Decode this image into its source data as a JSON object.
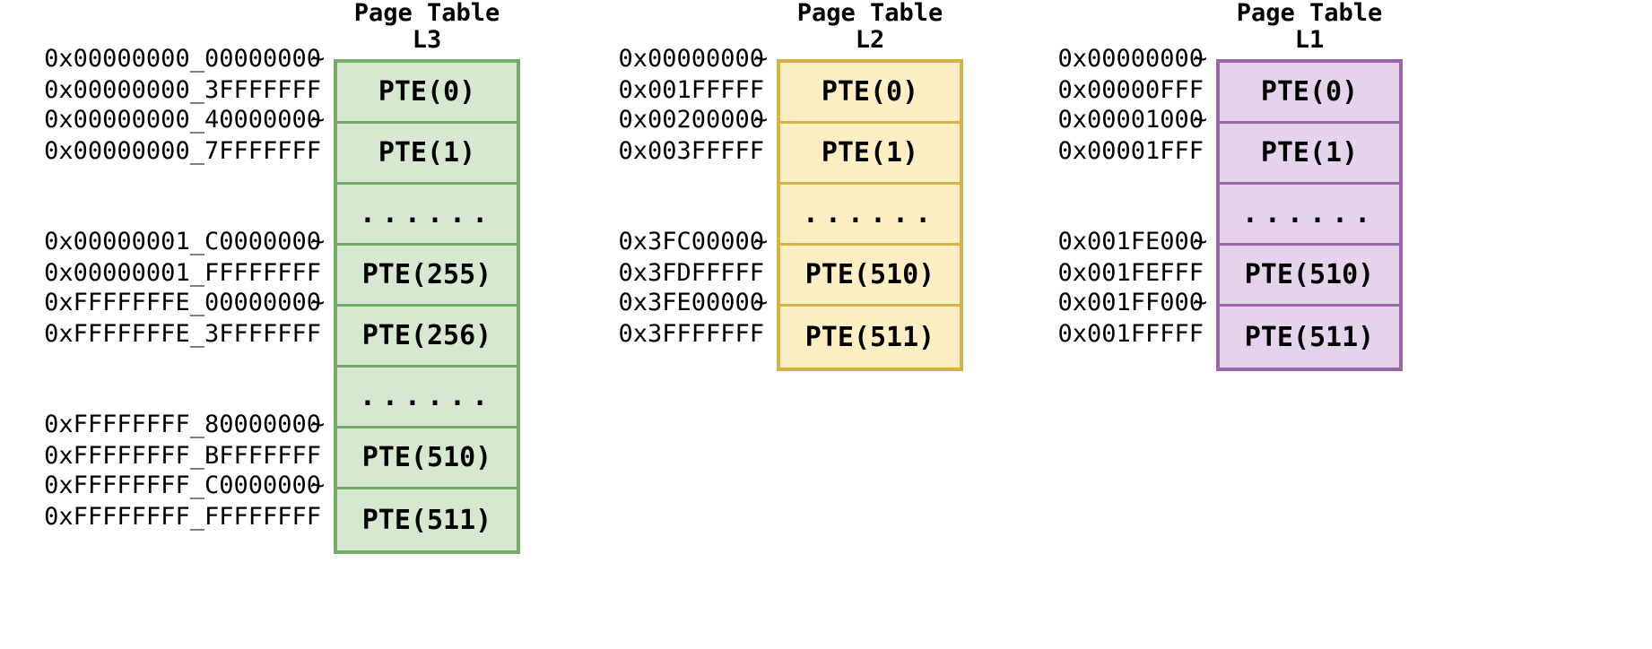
{
  "diagram": {
    "title_prefix": "Page Table",
    "colors": {
      "l3_fill": "#d6e9d0",
      "l3_border": "#74ab6a",
      "l2_fill": "#fdeec4",
      "l2_border": "#d7b249",
      "l1_fill": "#e4d3ea",
      "l1_border": "#9a66a8",
      "text": "#000000",
      "background": "#ffffff"
    },
    "range_separator": "~",
    "ellipsis": "......"
  },
  "tables": [
    {
      "id": "l3",
      "title": "Page Table",
      "level": "L3",
      "fill": "#d6e9d0",
      "border": "#74ab6a",
      "cells": [
        {
          "label": "PTE(0)",
          "is_ellipsis": false,
          "addr_start": "0x00000000_00000000",
          "addr_end": "0x00000000_3FFFFFFF"
        },
        {
          "label": "PTE(1)",
          "is_ellipsis": false,
          "addr_start": "0x00000000_40000000",
          "addr_end": "0x00000000_7FFFFFFF"
        },
        {
          "label": "......",
          "is_ellipsis": true,
          "addr_start": "",
          "addr_end": ""
        },
        {
          "label": "PTE(255)",
          "is_ellipsis": false,
          "addr_start": "0x00000001_C0000000",
          "addr_end": "0x00000001_FFFFFFFF"
        },
        {
          "label": "PTE(256)",
          "is_ellipsis": false,
          "addr_start": "0xFFFFFFFE_00000000",
          "addr_end": "0xFFFFFFFE_3FFFFFFF"
        },
        {
          "label": "......",
          "is_ellipsis": true,
          "addr_start": "",
          "addr_end": ""
        },
        {
          "label": "PTE(510)",
          "is_ellipsis": false,
          "addr_start": "0xFFFFFFFF_80000000",
          "addr_end": "0xFFFFFFFF_BFFFFFFF"
        },
        {
          "label": "PTE(511)",
          "is_ellipsis": false,
          "addr_start": "0xFFFFFFFF_C0000000",
          "addr_end": "0xFFFFFFFF_FFFFFFFF"
        }
      ]
    },
    {
      "id": "l2",
      "title": "Page Table",
      "level": "L2",
      "fill": "#fdeec4",
      "border": "#d7b249",
      "cells": [
        {
          "label": "PTE(0)",
          "is_ellipsis": false,
          "addr_start": "0x00000000",
          "addr_end": "0x001FFFFF"
        },
        {
          "label": "PTE(1)",
          "is_ellipsis": false,
          "addr_start": "0x00200000",
          "addr_end": "0x003FFFFF"
        },
        {
          "label": "......",
          "is_ellipsis": true,
          "addr_start": "",
          "addr_end": ""
        },
        {
          "label": "PTE(510)",
          "is_ellipsis": false,
          "addr_start": "0x3FC00000",
          "addr_end": "0x3FDFFFFF"
        },
        {
          "label": "PTE(511)",
          "is_ellipsis": false,
          "addr_start": "0x3FE00000",
          "addr_end": "0x3FFFFFFF"
        }
      ]
    },
    {
      "id": "l1",
      "title": "Page Table",
      "level": "L1",
      "fill": "#e4d3ea",
      "border": "#9a66a8",
      "cells": [
        {
          "label": "PTE(0)",
          "is_ellipsis": false,
          "addr_start": "0x00000000",
          "addr_end": "0x00000FFF"
        },
        {
          "label": "PTE(1)",
          "is_ellipsis": false,
          "addr_start": "0x00001000",
          "addr_end": "0x00001FFF"
        },
        {
          "label": "......",
          "is_ellipsis": true,
          "addr_start": "",
          "addr_end": ""
        },
        {
          "label": "PTE(510)",
          "is_ellipsis": false,
          "addr_start": "0x001FE000",
          "addr_end": "0x001FEFFF"
        },
        {
          "label": "PTE(511)",
          "is_ellipsis": false,
          "addr_start": "0x001FF000",
          "addr_end": "0x001FFFFF"
        }
      ]
    }
  ]
}
